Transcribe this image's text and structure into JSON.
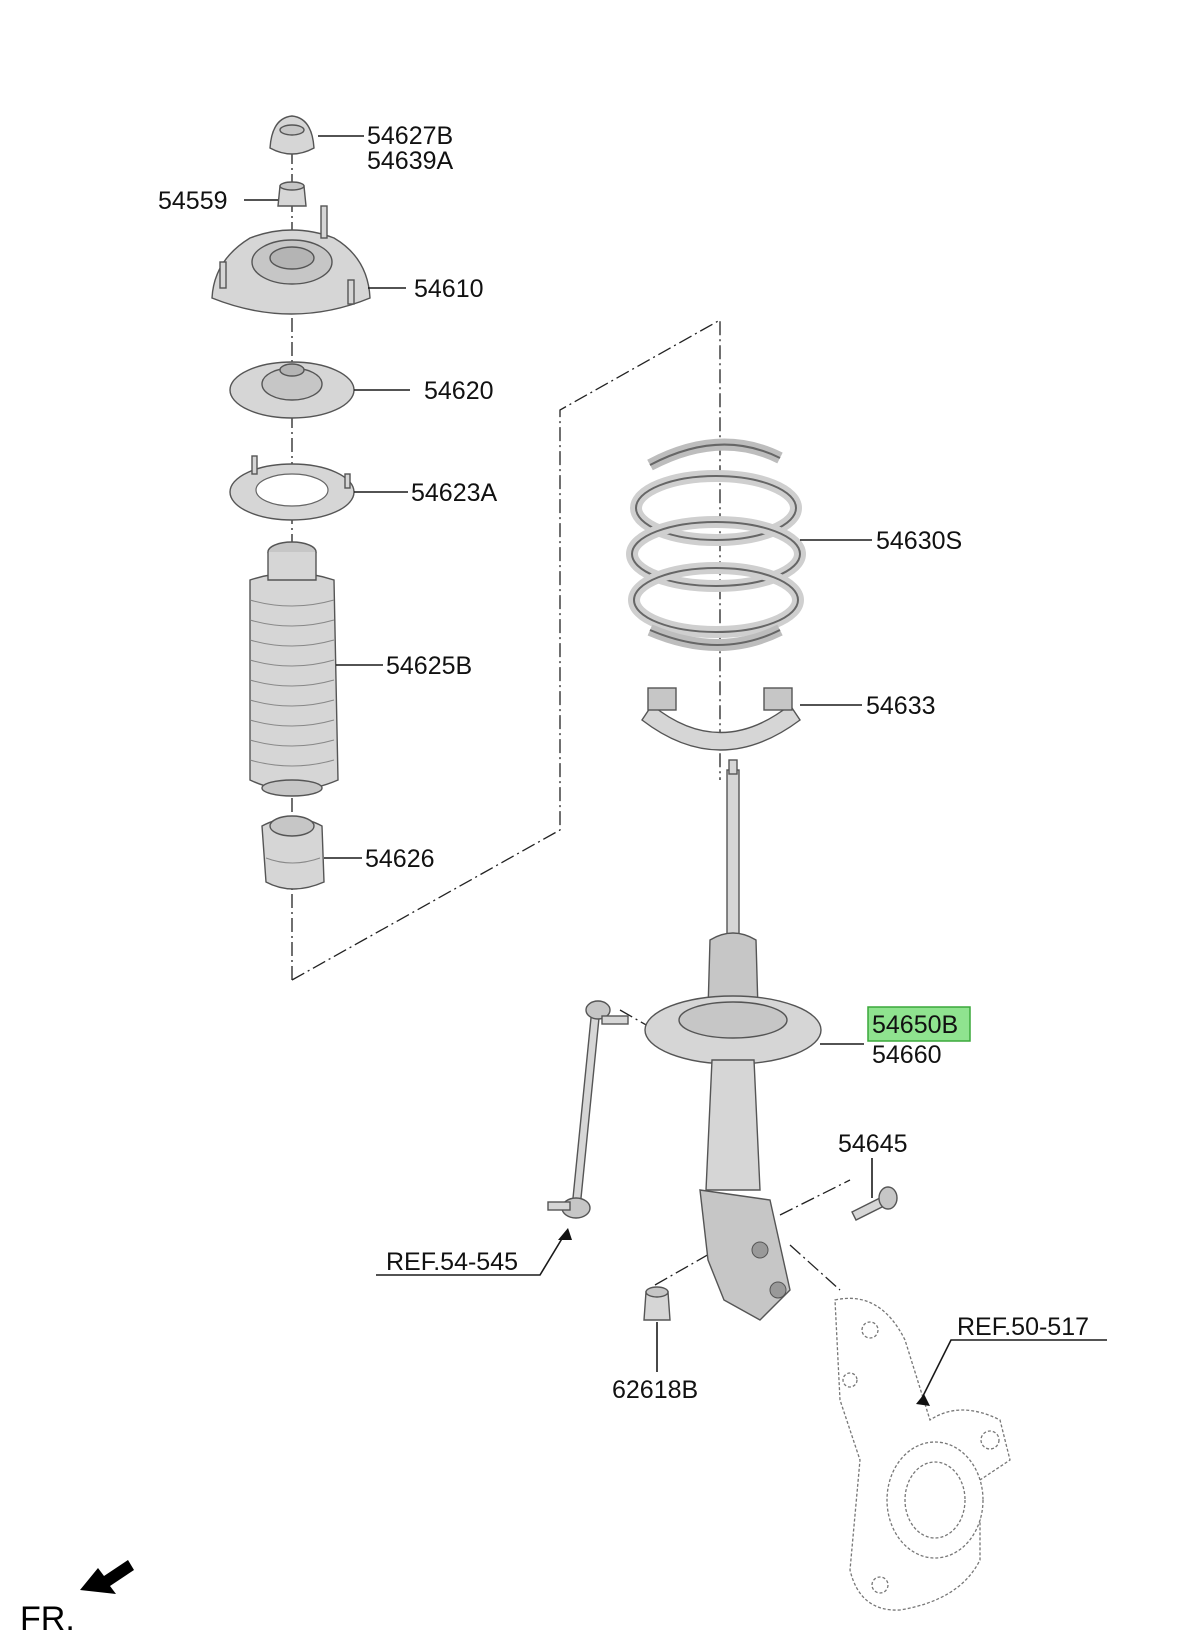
{
  "diagram": {
    "parts": {
      "p54627B": "54627B",
      "p54639A": "54639A",
      "p54559": "54559",
      "p54610": "54610",
      "p54620": "54620",
      "p54623A": "54623A",
      "p54625B": "54625B",
      "p54626": "54626",
      "p54630S": "54630S",
      "p54633": "54633",
      "p54650B": "54650B",
      "p54660": "54660",
      "p54645": "54645",
      "p62618B": "62618B"
    },
    "references": {
      "ref_54_545": "REF.54-545",
      "ref_50_517": "REF.50-517"
    },
    "direction_label": "FR.",
    "highlighted_part": "54650B",
    "colors": {
      "highlight_fill": "#8fe38f",
      "highlight_border": "#3aa83a",
      "part_gray": "#d6d6d6"
    }
  }
}
